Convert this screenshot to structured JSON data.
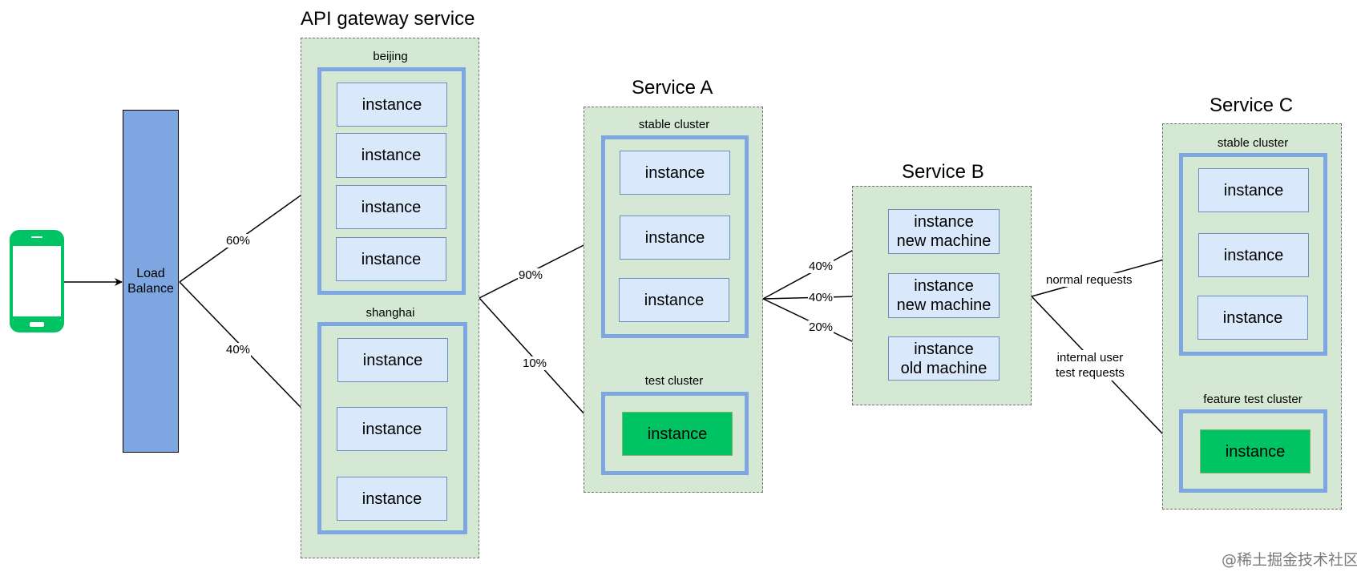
{
  "load_balancer": {
    "label_line1": "Load",
    "label_line2": "Balance"
  },
  "api_gateway": {
    "title": "API gateway service",
    "beijing": {
      "label": "beijing",
      "instances": [
        "instance",
        "instance",
        "instance",
        "instance"
      ]
    },
    "shanghai": {
      "label": "shanghai",
      "instances": [
        "instance",
        "instance",
        "instance"
      ]
    }
  },
  "service_a": {
    "title": "Service A",
    "stable": {
      "label": "stable cluster",
      "instances": [
        "instance",
        "instance",
        "instance"
      ]
    },
    "test": {
      "label": "test cluster",
      "instance": "instance"
    }
  },
  "service_b": {
    "title": "Service B",
    "instances": [
      {
        "line1": "instance",
        "line2": "new machine"
      },
      {
        "line1": "instance",
        "line2": "new machine"
      },
      {
        "line1": "instance",
        "line2": "old machine"
      }
    ]
  },
  "service_c": {
    "title": "Service C",
    "stable": {
      "label": "stable cluster",
      "instances": [
        "instance",
        "instance",
        "instance"
      ]
    },
    "feature": {
      "label": "feature test cluster",
      "instance": "instance"
    }
  },
  "edges": {
    "lb_beijing": "60%",
    "lb_shanghai": "40%",
    "gw_stable": "90%",
    "gw_test": "10%",
    "a_b1": "40%",
    "a_b2": "40%",
    "a_b3": "20%",
    "b_c_normal": "normal requests",
    "b_c_internal_line1": "internal user",
    "b_c_internal_line2": "test requests"
  },
  "watermark": "@稀土掘金技术社区",
  "colors": {
    "group_fill": "#d5e8d4",
    "cluster_border": "#7ea6e0",
    "instance_fill": "#dae8fc",
    "instance_border": "#6c8ebf",
    "green_instance": "#00c364",
    "load_balancer": "#7ea6e0",
    "phone": "#00c364"
  }
}
